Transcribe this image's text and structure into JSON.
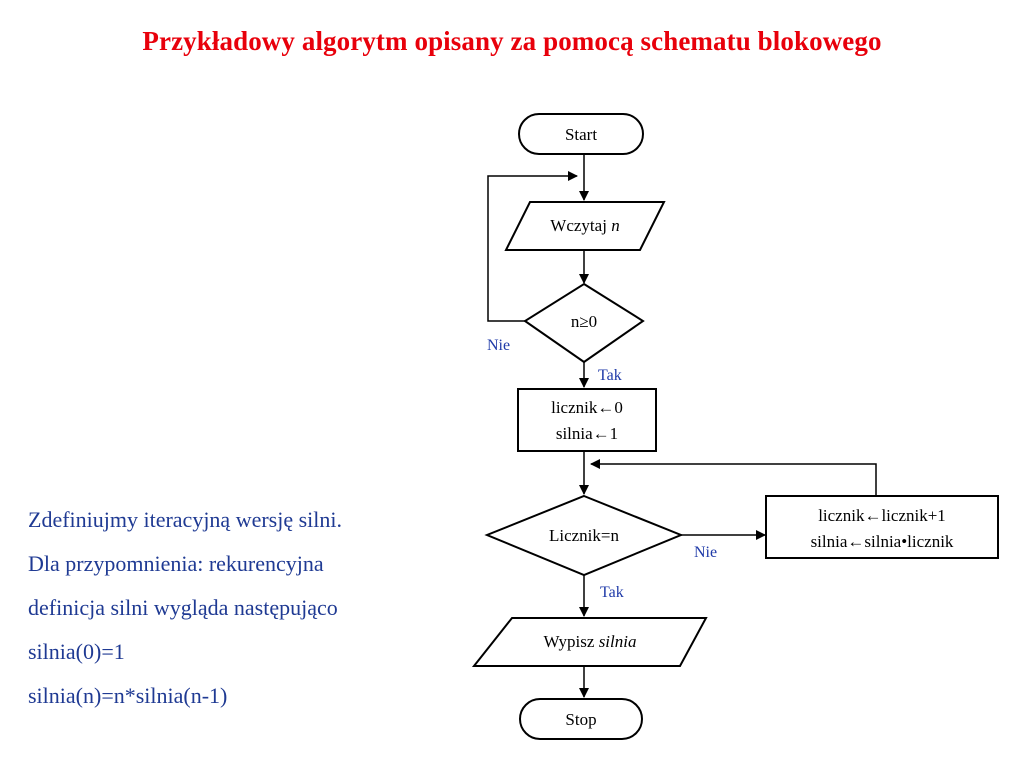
{
  "title": "Przykładowy algorytm opisany za pomocą schematu blokowego",
  "description": [
    "Zdefiniujmy iteracyjną wersję silni.",
    "Dla przypomnienia: rekurencyjna",
    "definicja silni wygląda następująco",
    "silnia(0)=1",
    "silnia(n)=n*silnia(n-1)"
  ],
  "flowchart": {
    "start": "Start",
    "read": {
      "prefix": "Wczytaj ",
      "var": "n"
    },
    "check_n": "n≥0",
    "check_n_no": "Nie",
    "check_n_yes": "Tak",
    "init": [
      "licznik←0",
      "silnia←1"
    ],
    "loop_check": "Licznik=n",
    "loop_check_no": "Nie",
    "loop_check_yes": "Tak",
    "update": [
      "licznik←licznik+1",
      "silnia←silnia•licznik"
    ],
    "output": {
      "prefix": "Wypisz ",
      "var": "silnia"
    },
    "stop": "Stop"
  },
  "colors": {
    "title": "#e8000b",
    "description": "#1f3a93",
    "branch_label": "#1f3aa8",
    "shape_stroke": "#000000"
  }
}
